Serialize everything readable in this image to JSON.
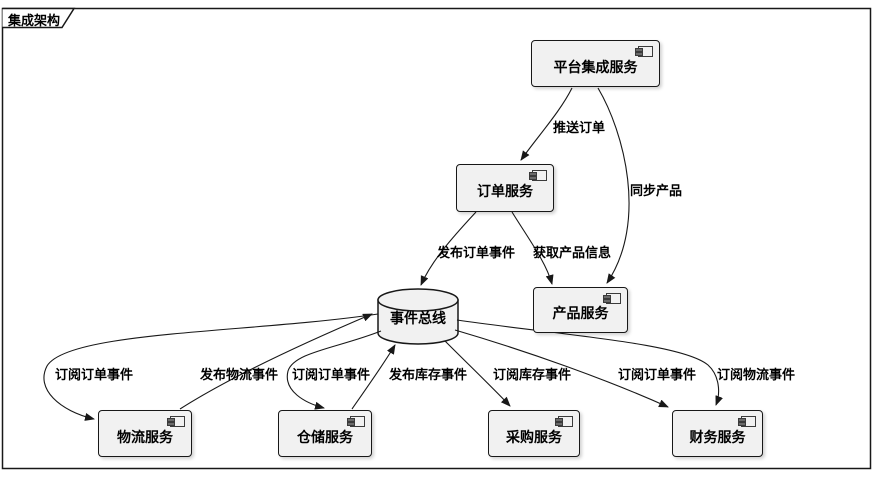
{
  "frame": {
    "title": "集成架构"
  },
  "nodes": {
    "platform": {
      "label": "平台集成服务",
      "shape": "component"
    },
    "order": {
      "label": "订单服务",
      "shape": "component"
    },
    "product": {
      "label": "产品服务",
      "shape": "component"
    },
    "eventbus": {
      "label": "事件总线",
      "shape": "database"
    },
    "logistics": {
      "label": "物流服务",
      "shape": "component"
    },
    "warehouse": {
      "label": "仓储服务",
      "shape": "component"
    },
    "purchase": {
      "label": "采购服务",
      "shape": "component"
    },
    "finance": {
      "label": "财务服务",
      "shape": "component"
    }
  },
  "edges": [
    {
      "from": "平台集成服务",
      "to": "订单服务",
      "label": "推送订单"
    },
    {
      "from": "平台集成服务",
      "to": "产品服务",
      "label": "同步产品"
    },
    {
      "from": "订单服务",
      "to": "事件总线",
      "label": "发布订单事件"
    },
    {
      "from": "订单服务",
      "to": "产品服务",
      "label": "获取产品信息"
    },
    {
      "from": "事件总线",
      "to": "物流服务",
      "label": "订阅订单事件"
    },
    {
      "from": "物流服务",
      "to": "事件总线",
      "label": "发布物流事件"
    },
    {
      "from": "事件总线",
      "to": "仓储服务",
      "label": "订阅订单事件"
    },
    {
      "from": "仓储服务",
      "to": "事件总线",
      "label": "发布库存事件"
    },
    {
      "from": "事件总线",
      "to": "采购服务",
      "label": "订阅库存事件"
    },
    {
      "from": "事件总线",
      "to": "财务服务",
      "label": "订阅订单事件"
    },
    {
      "from": "事件总线",
      "to": "财务服务",
      "label": "订阅物流事件"
    }
  ],
  "colors": {
    "background": "#FFFFFF",
    "node_fill": "#F1F1F1",
    "node_border": "#181818",
    "line": "#181818",
    "text": "#000000"
  }
}
